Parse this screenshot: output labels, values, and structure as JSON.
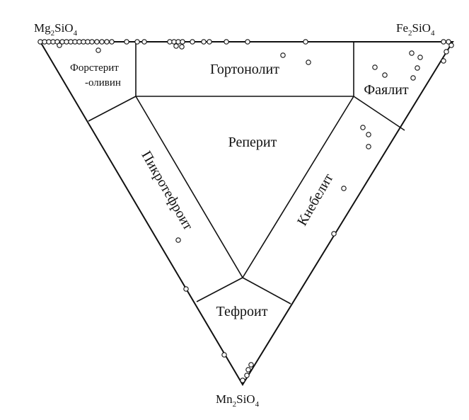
{
  "vertices": {
    "top_left": {
      "base": "Mg",
      "sub1": "2",
      "mid": "SiO",
      "sub2": "4"
    },
    "top_right": {
      "base": "Fe",
      "sub1": "2",
      "mid": "SiO",
      "sub2": "4"
    },
    "bottom": {
      "base": "Mn",
      "sub1": "2",
      "mid": "SiO",
      "sub2": "4"
    }
  },
  "fields": {
    "forsterite_line1": "Форстерит",
    "forsterite_line2": "-оливин",
    "hortonolite": "Гортонолит",
    "fayalite": "Фаялит",
    "reperite": "Реперит",
    "picrotephroite": "Пикротефроит",
    "knebelite": "Кнебелит",
    "tephroite": "Тефроит"
  }
}
